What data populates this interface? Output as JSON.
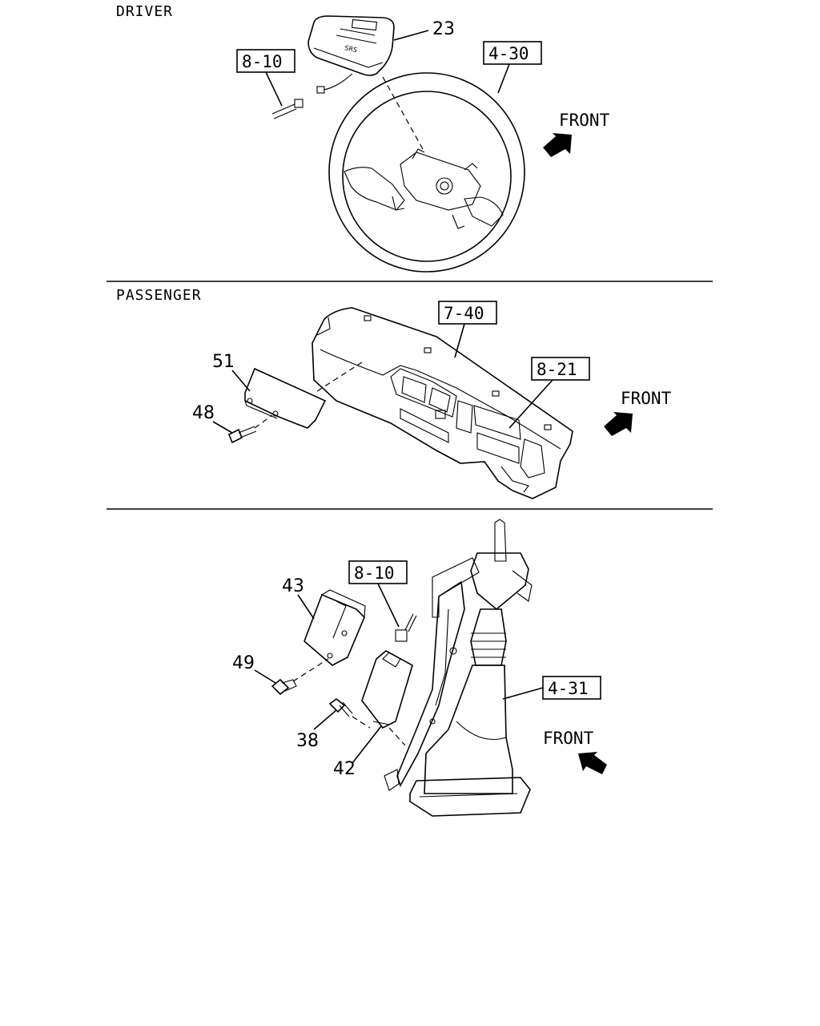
{
  "sections": {
    "driver": "DRIVER",
    "passenger": "PASSENGER"
  },
  "front_label": "FRONT",
  "callouts": {
    "driver_23": "23",
    "driver_8_10": "8-10",
    "driver_4_30": "4-30",
    "passenger_7_40": "7-40",
    "passenger_8_21": "8-21",
    "passenger_51": "51",
    "passenger_48": "48",
    "column_43": "43",
    "column_8_10": "8-10",
    "column_49": "49",
    "column_38": "38",
    "column_42": "42",
    "column_4_31": "4-31"
  },
  "airbag_cover_text": "SRS"
}
